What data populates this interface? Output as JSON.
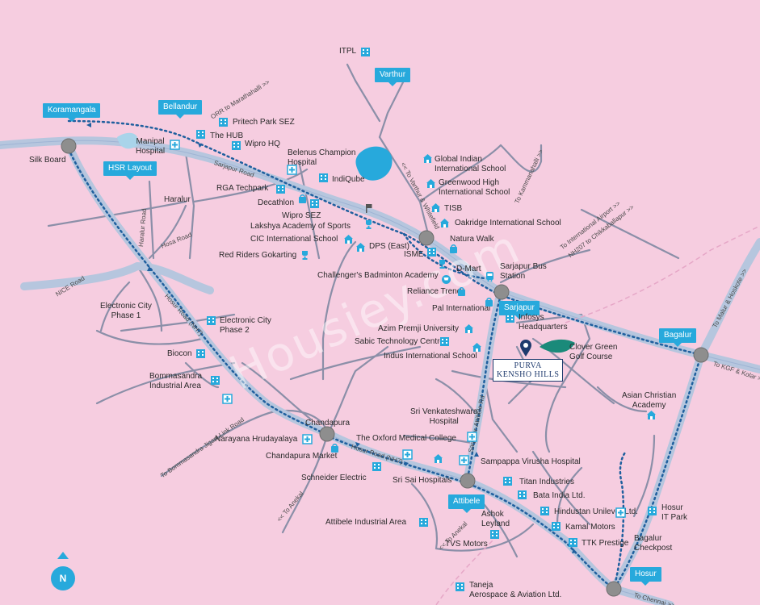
{
  "watermark": "Housiey.com",
  "compass": "N",
  "project": {
    "line1": "PURVA",
    "line2": "KENSHO HILLS"
  },
  "tags": {
    "koramangala": "Koramangala",
    "bellandur": "Bellandur",
    "hsr": "HSR Layout",
    "varthur": "Varthur",
    "sarjapur": "Sarjapur",
    "bagalur": "Bagalur",
    "attibele": "Attibele",
    "hosur": "Hosur"
  },
  "labels": {
    "itpl": "ITPL",
    "silk_board": "Silk Board",
    "manipal": "Manipal\nHospital",
    "pritech": "Pritech Park SEZ",
    "the_hub": "The HUB",
    "wipro_hq": "Wipro HQ",
    "belenus": "Belenus Champion\nHospital",
    "indiqube": "IndiQube",
    "global_indian": "Global Indian\nInternational School",
    "greenwood": "Greenwood High\nInternational School",
    "tisb": "TISB",
    "oakridge": "Oakridge International School",
    "natura": "Natura Walk",
    "rga": "RGA Techpark",
    "decathlon": "Decathlon",
    "wipro_sez": "Wipro SEZ",
    "lakshya": "Lakshya Academy of Sports",
    "cic": "CIC International School",
    "dps": "DPS (East)",
    "isme": "ISME",
    "red_riders": "Red Riders Gokarting",
    "challenger": "Challenger's Badminton Academy",
    "dmart": "D-Mart",
    "sarjapur_bus": "Sarjapur Bus\nStation",
    "reliance": "Reliance Trends",
    "pal_intl": "Pal International",
    "infosys": "Infosys\nHeadquarters",
    "haralur": "Haralur",
    "ecity1": "Electronic City\nPhase 1",
    "ecity2": "Electronic City\nPhase 2",
    "biocon": "Biocon",
    "bommasandra": "Bommasandra\nIndustrial Area",
    "azim": "Azim Premji University",
    "sabic": "Sabic Technology Centre",
    "indus": "Indus International School",
    "clover": "Clover Green\nGolf Course",
    "asian_christian": "Asian Christian\nAcademy",
    "chandapura": "Chandapura",
    "narayana": "Narayana Hrudayalaya",
    "chandapura_market": "Chandapura Market",
    "oxford": "The Oxford Medical College",
    "sri_venkat": "Sri Venkateshwara\nHospital",
    "sapthagiri": "Sampappa Virusha Hospital",
    "schneider": "Schneider Electric",
    "sri_sai": "Sri Sai Hospitals",
    "titan": "Titan Industries",
    "bata": "Bata India Ltd.",
    "hul": "Hindustan Unilever Ltd.",
    "kamal": "Kamal Motors",
    "ttk": "TTK Prestige",
    "ashok": "Ashok\nLeyland",
    "tvs": "TVS Motors",
    "attibele_ind": "Attibele Industrial Area",
    "hosur_it": "Hosur\nIT Park",
    "bagalur_check": "Bagalur\nCheckpost",
    "taneja": "Taneja\nAerospace & Aviation Ltd."
  },
  "roads": {
    "orr": "ORR to Marathahalli >>",
    "sarjapur_road": "Sarjapur Road",
    "to_varthur": "<< To Varthur & Whitefield",
    "to_kammanahalli": "To Kammanahalli >>",
    "to_airport": "To International Airport >>",
    "nh207": "NH207 to Chikkaballapur >>",
    "haralur_road": "Haralur Road",
    "hosa_road": "Hosa Road",
    "nice": "NICE Road",
    "hosur_nh": "Hosur Road (NH7)",
    "bommasandra_link": "To Bommasandra Jigani Link Road",
    "to_anekal": "<< To Anekal",
    "hosur_road2": "Hosur Road (NH7)",
    "attibele_sarjapur": "Sarjapur-Attibele Rd",
    "to_anekal2": "<< To Anekal",
    "to_malur": "To Malur & Hoskote >>",
    "to_kgf": "To KGF & Kolar >>",
    "to_chennai": "To Chennai >>"
  }
}
